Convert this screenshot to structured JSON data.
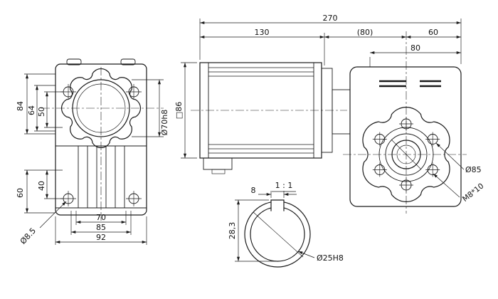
{
  "colors": {
    "ink": "#1a1a1a",
    "background": "#ffffff"
  },
  "front_view": {
    "dim_84": "84",
    "dim_64": "64",
    "dim_50": "50",
    "dim_40": "40",
    "dim_60": "60",
    "dim_70": "70",
    "dim_85": "85",
    "dim_92": "92",
    "hole_dia": "Ø8.5",
    "input_bore": "Ø70h8"
  },
  "side_view": {
    "dim_total": "270",
    "dim_motor": "130",
    "dim_gear": "(80)",
    "dim_out": "60",
    "dim_face": "80",
    "dim_square": "□86"
  },
  "output_view": {
    "bolt_circle": "Ø85",
    "tap_holes": "M8*10"
  },
  "detail_view": {
    "scale": "1 : 1",
    "key_width": "8",
    "bore_depth": "28,3",
    "bore_dia": "Ø25H8"
  }
}
